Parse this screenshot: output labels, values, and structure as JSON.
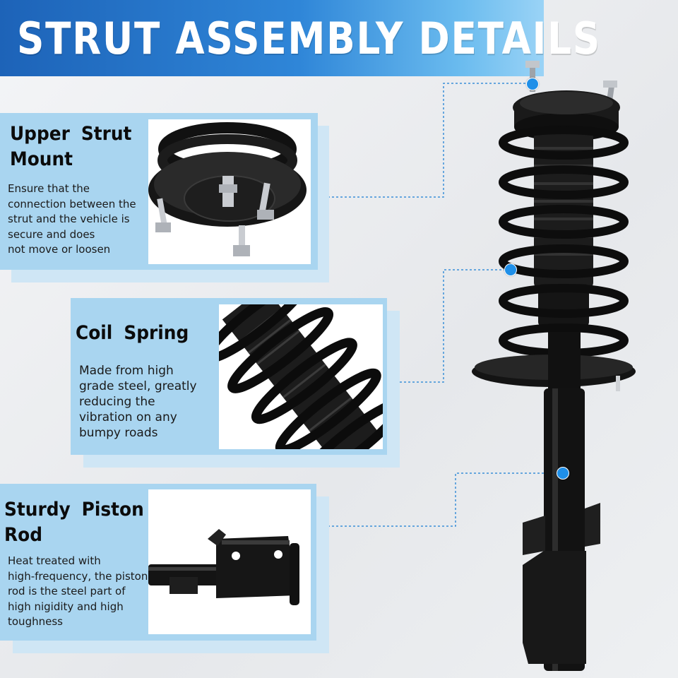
{
  "banner": {
    "title": "STRUT ASSEMBLY DETAILS"
  },
  "features": [
    {
      "heading_lines": [
        "Upper  Strut",
        "Mount"
      ],
      "description_lines": [
        "Ensure that the",
        "connection between the",
        "strut and the vehicle is",
        "secure and does",
        "not move or loosen"
      ],
      "image_icon": "upper-strut-mount-photo"
    },
    {
      "heading_lines": [
        "Coil  Spring"
      ],
      "description_lines": [
        "Made from high",
        "grade steel, greatly",
        "reducing the",
        "vibration on any",
        "bumpy roads"
      ],
      "image_icon": "coil-spring-photo"
    },
    {
      "heading_lines": [
        "Sturdy  Piston",
        "Rod"
      ],
      "description_lines": [
        "Heat treated with",
        "high-frequency, the piston",
        "rod is the steel part of",
        "high nigidity and high",
        "toughness"
      ],
      "image_icon": "piston-rod-photo"
    }
  ],
  "colors": {
    "banner": "#2f86d8",
    "panel": "#a9d5f0",
    "marker": "#1f8fe8",
    "leader_line": "#3a8fd8"
  },
  "product_image_icon": "strut-assembly-photo"
}
